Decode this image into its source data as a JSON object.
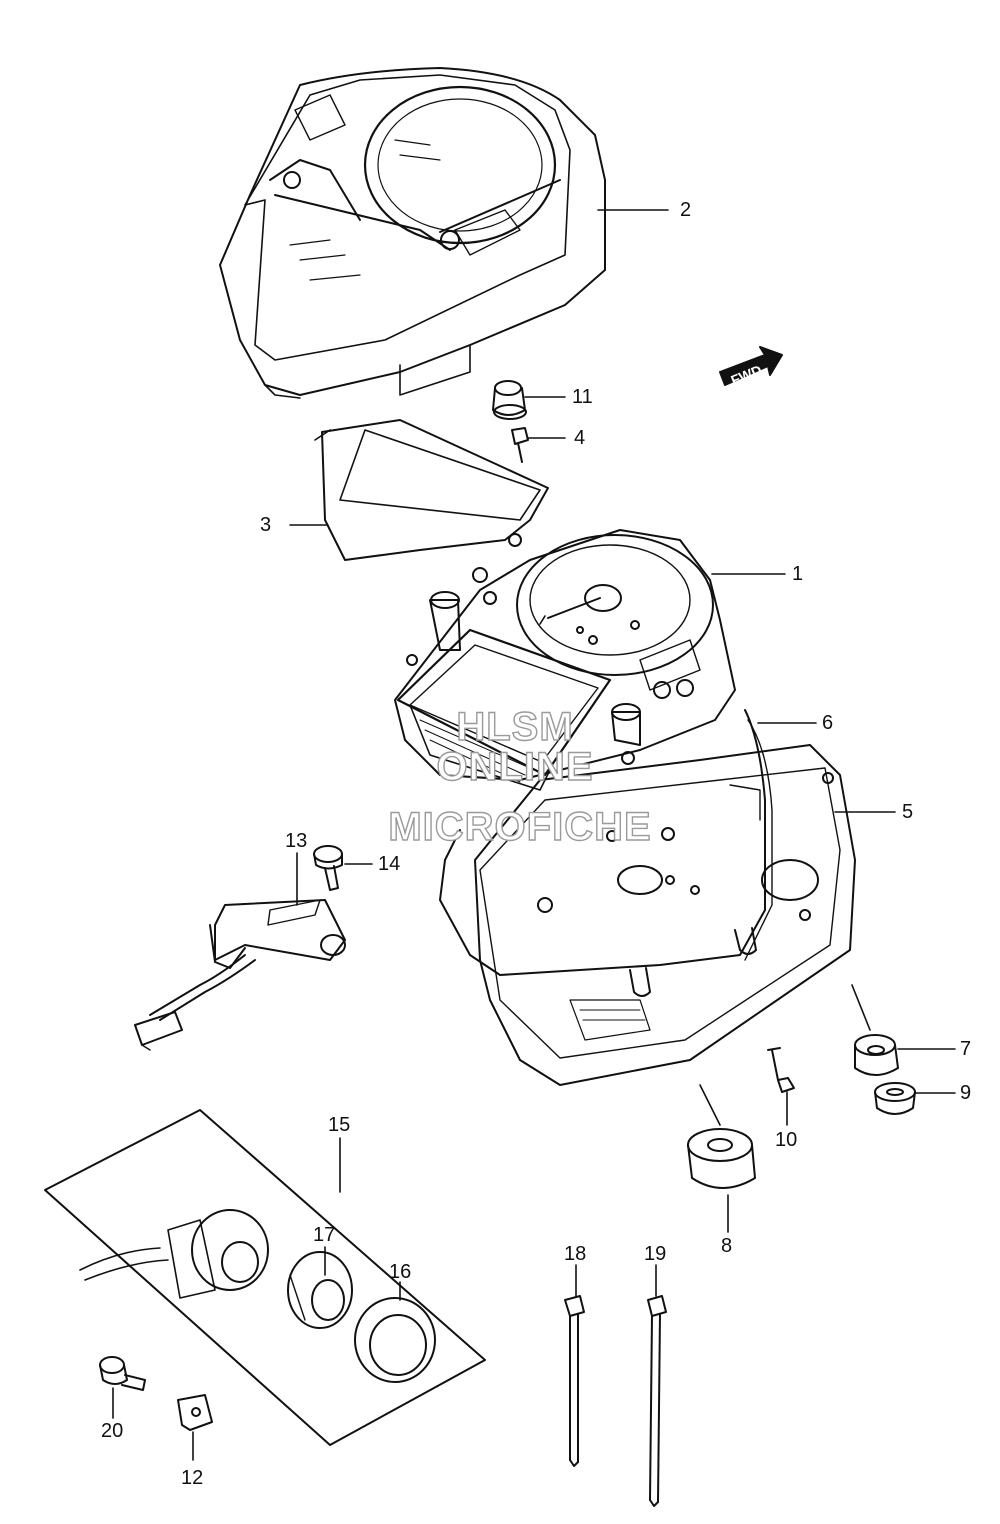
{
  "callouts": [
    {
      "id": "c1",
      "label": "1"
    },
    {
      "id": "c2",
      "label": "2"
    },
    {
      "id": "c3",
      "label": "3"
    },
    {
      "id": "c4",
      "label": "4"
    },
    {
      "id": "c5",
      "label": "5"
    },
    {
      "id": "c6",
      "label": "6"
    },
    {
      "id": "c7",
      "label": "7"
    },
    {
      "id": "c8",
      "label": "8"
    },
    {
      "id": "c9",
      "label": "9"
    },
    {
      "id": "c10",
      "label": "10"
    },
    {
      "id": "c11",
      "label": "11"
    },
    {
      "id": "c12",
      "label": "12"
    },
    {
      "id": "c13",
      "label": "13"
    },
    {
      "id": "c14",
      "label": "14"
    },
    {
      "id": "c15",
      "label": "15"
    },
    {
      "id": "c16",
      "label": "16"
    },
    {
      "id": "c17",
      "label": "17"
    },
    {
      "id": "c18",
      "label": "18"
    },
    {
      "id": "c19",
      "label": "19"
    },
    {
      "id": "c20",
      "label": "20"
    }
  ],
  "fwd_arrow": {
    "text": "FWD"
  },
  "watermark": {
    "line1": "HLSM",
    "line2": "ONLINE",
    "line3": "MICROFICHE"
  },
  "colors": {
    "line": "#111111",
    "watermark": "#9a9a9a"
  }
}
